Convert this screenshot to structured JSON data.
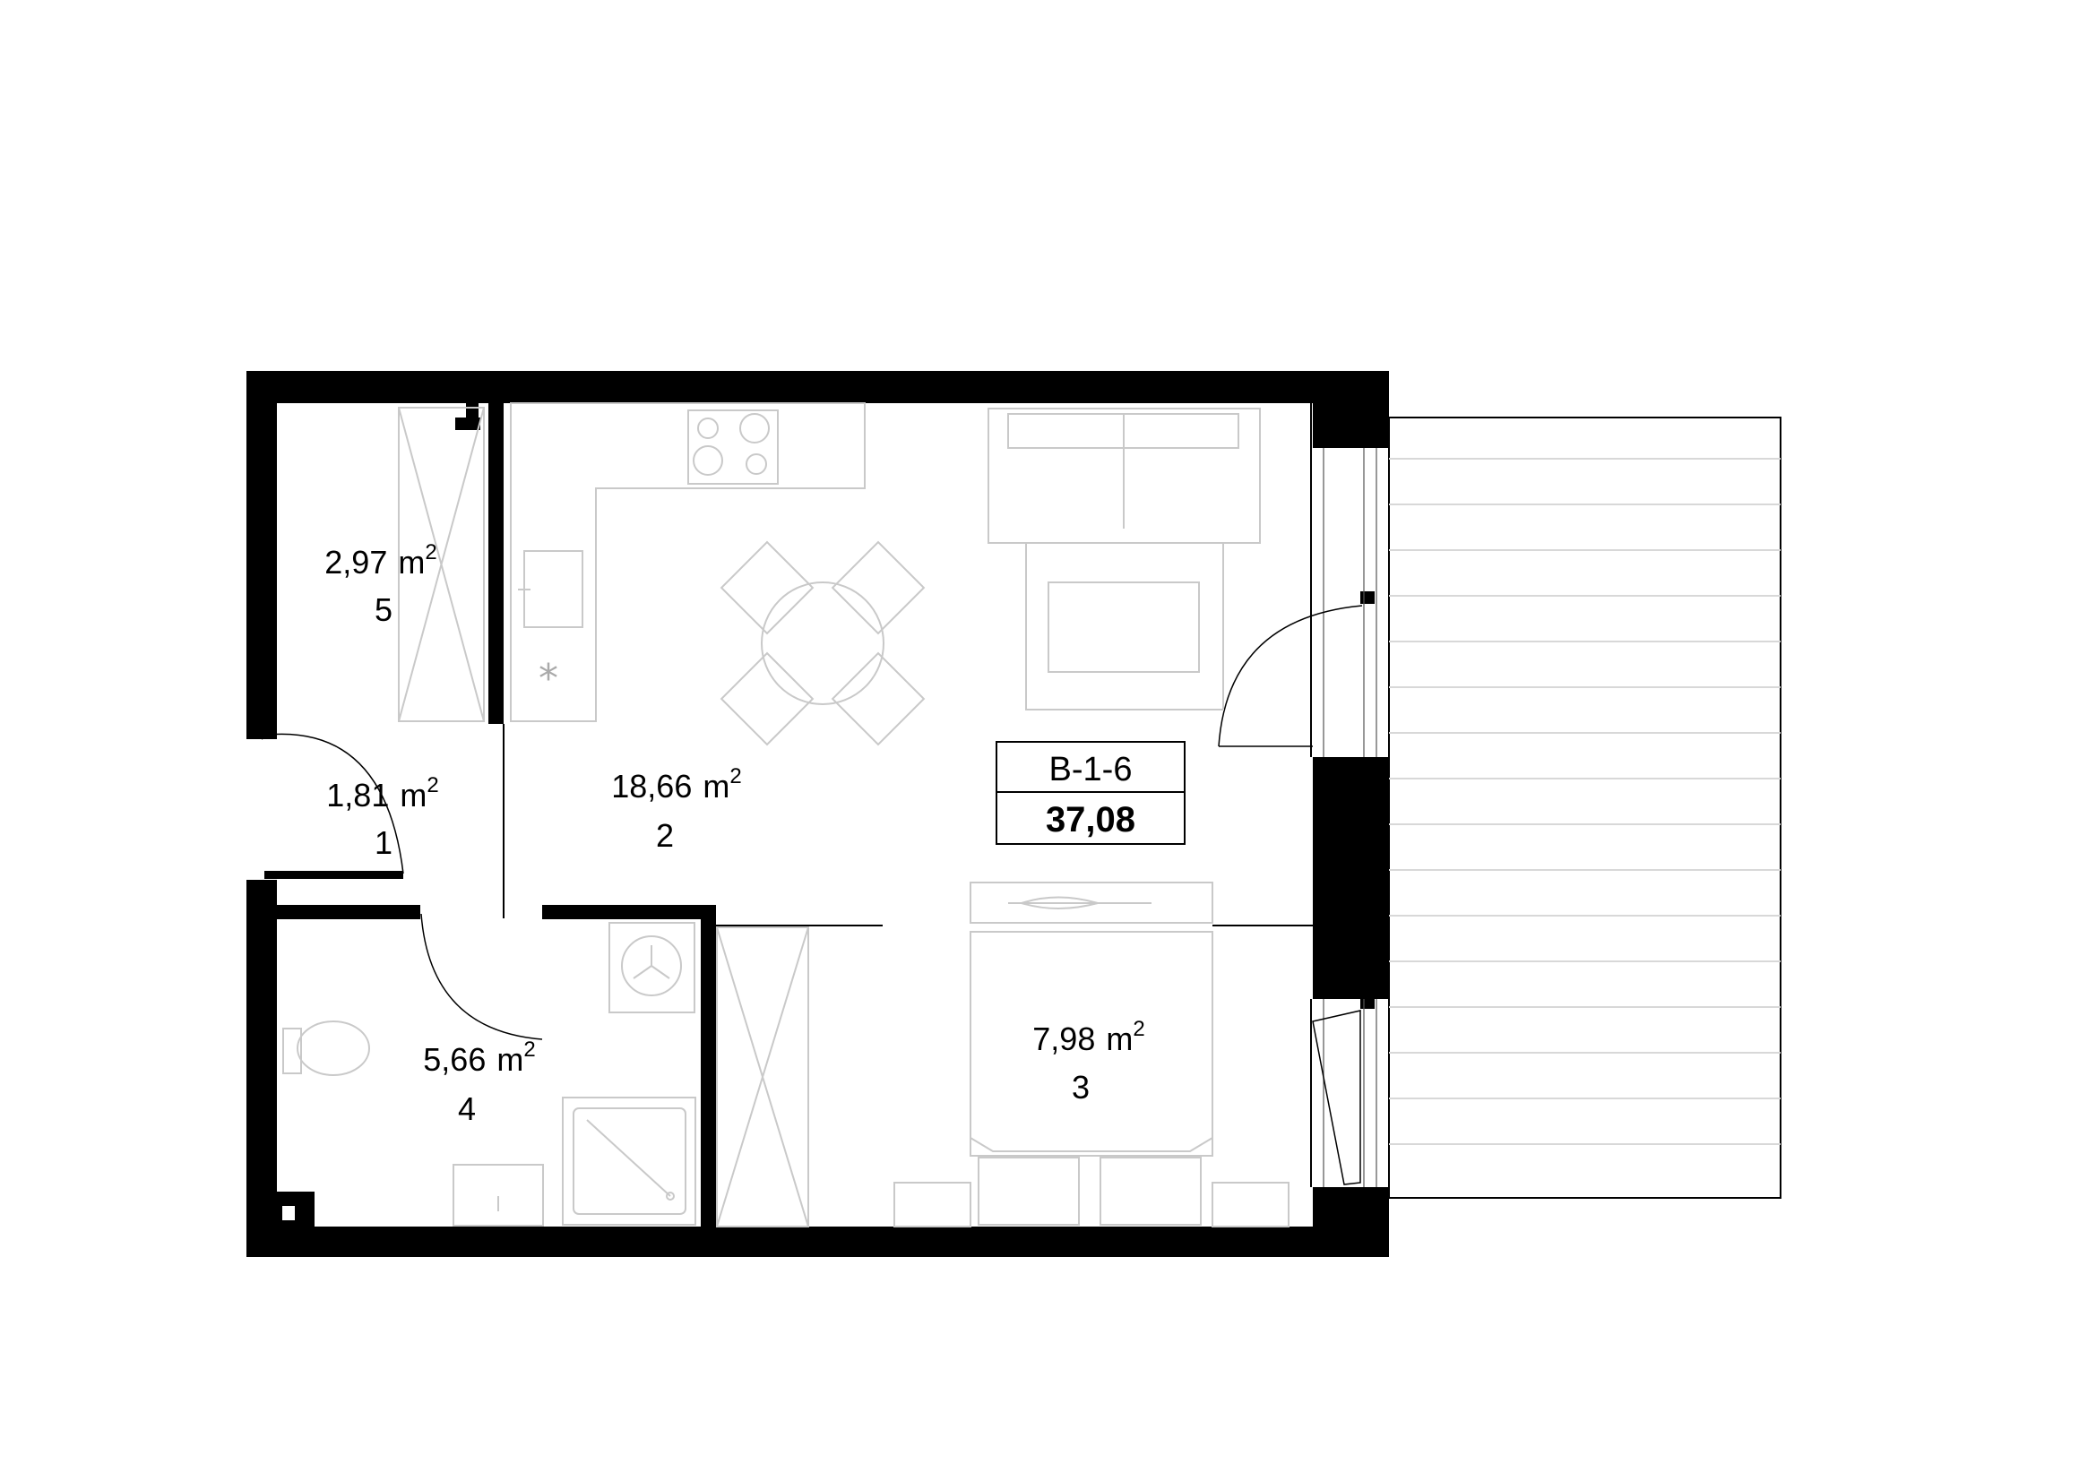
{
  "unit": {
    "code": "B-1-6",
    "total_area": "37,08"
  },
  "area_unit": "m",
  "area_exponent": "2",
  "rooms": [
    {
      "number": "1",
      "area": "1,81"
    },
    {
      "number": "2",
      "area": "18,66"
    },
    {
      "number": "3",
      "area": "7,98"
    },
    {
      "number": "4",
      "area": "5,66"
    },
    {
      "number": "5",
      "area": "2,97"
    }
  ],
  "colors": {
    "wall": "#000000",
    "furniture": "#c9c9c9",
    "background": "#ffffff"
  },
  "icons": [
    "fridge-snowflake-icon",
    "washing-machine-icon"
  ]
}
